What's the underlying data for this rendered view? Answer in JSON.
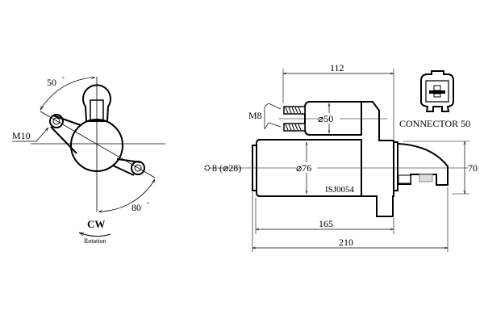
{
  "side_view": {
    "angle_top": "50",
    "angle_bottom": "80",
    "degree_mark": "°",
    "thread": "M10",
    "direction": "CW",
    "rotation_label": "Rotation"
  },
  "front_view": {
    "dim_112": "112",
    "dim_165": "165",
    "dim_210": "210",
    "dim_70": "70",
    "dia_50": "⌀50",
    "dia_76": "⌀76",
    "stud_thread": "M8",
    "teeth": "8 (⌀28)",
    "part_number": "ISJ0054"
  },
  "connector": {
    "label": "CONNECTOR 50"
  }
}
